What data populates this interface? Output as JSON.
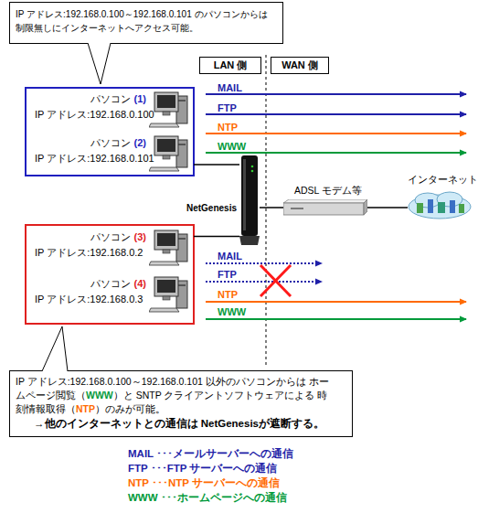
{
  "diagram": {
    "nodes": [
      {
        "text": [
          "IP アドレス:192.168.0.100～192.168.0.101 のパソコンからは 制限無しにインターネットへアクセス可能。"
        ]
      },
      {
        "text": [
          "LAN 側"
        ]
      },
      {
        "text": [
          "WAN 側"
        ]
      },
      {
        "text": []
      },
      {
        "text": [
          "パソコン",
          "(1)",
          "IP アドレス:192.168.0.100"
        ],
        "in": 3
      },
      {
        "text": [
          "パソコン",
          "(2)",
          "IP アドレス:192.168.0.101"
        ],
        "in": 3
      },
      {
        "text": [
          "NetGenesis"
        ]
      },
      {
        "text": [
          "ADSL モデム等"
        ]
      },
      {
        "text": [
          "インターネット"
        ]
      },
      {
        "text": []
      },
      {
        "text": [
          "パソコン",
          "(3)",
          "IP アドレス:192.168.0.2"
        ],
        "in": 9
      },
      {
        "text": [
          "パソコン",
          "(4)",
          "IP アドレス:192.168.0.3"
        ],
        "in": 9
      },
      {
        "text": [
          "IP アドレス:192.168.0.100～192.168.0.101 以外のパソコンからは ホームページ閲覧（",
          "WWW",
          "）と SNTP クライアントソフトウェアによる 時刻情報取得（",
          "NTP",
          "）のみが可能。",
          "→他のインターネットとの通信は NetGenesisが遮断する。"
        ]
      }
    ],
    "edges": [
      {
        "from": 5,
        "to": 6,
        "arrow": "none"
      },
      {
        "from": 10,
        "to": 6,
        "arrow": "none"
      },
      {
        "from": 6,
        "to": 7,
        "arrow": "none"
      },
      {
        "from": 7,
        "to": 8,
        "arrow": "none"
      }
    ],
    "labels": [
      "MAIL",
      "FTP",
      "NTP",
      "WWW",
      "MAIL",
      "FTP",
      "NTP",
      "WWW"
    ],
    "legend": [
      {
        "text": "MAIL ･･･メールサーバーへの通信",
        "color": "#1f1fa8"
      },
      {
        "text": "FTP ･･･FTP サーバーへの通信",
        "color": "#1f1fa8"
      },
      {
        "text": "NTP ･･･NTP サーバーへの通信",
        "color": "#ff6a00"
      },
      {
        "text": "WWW ･･･ホームページへの通信",
        "color": "#009a3a"
      }
    ]
  }
}
